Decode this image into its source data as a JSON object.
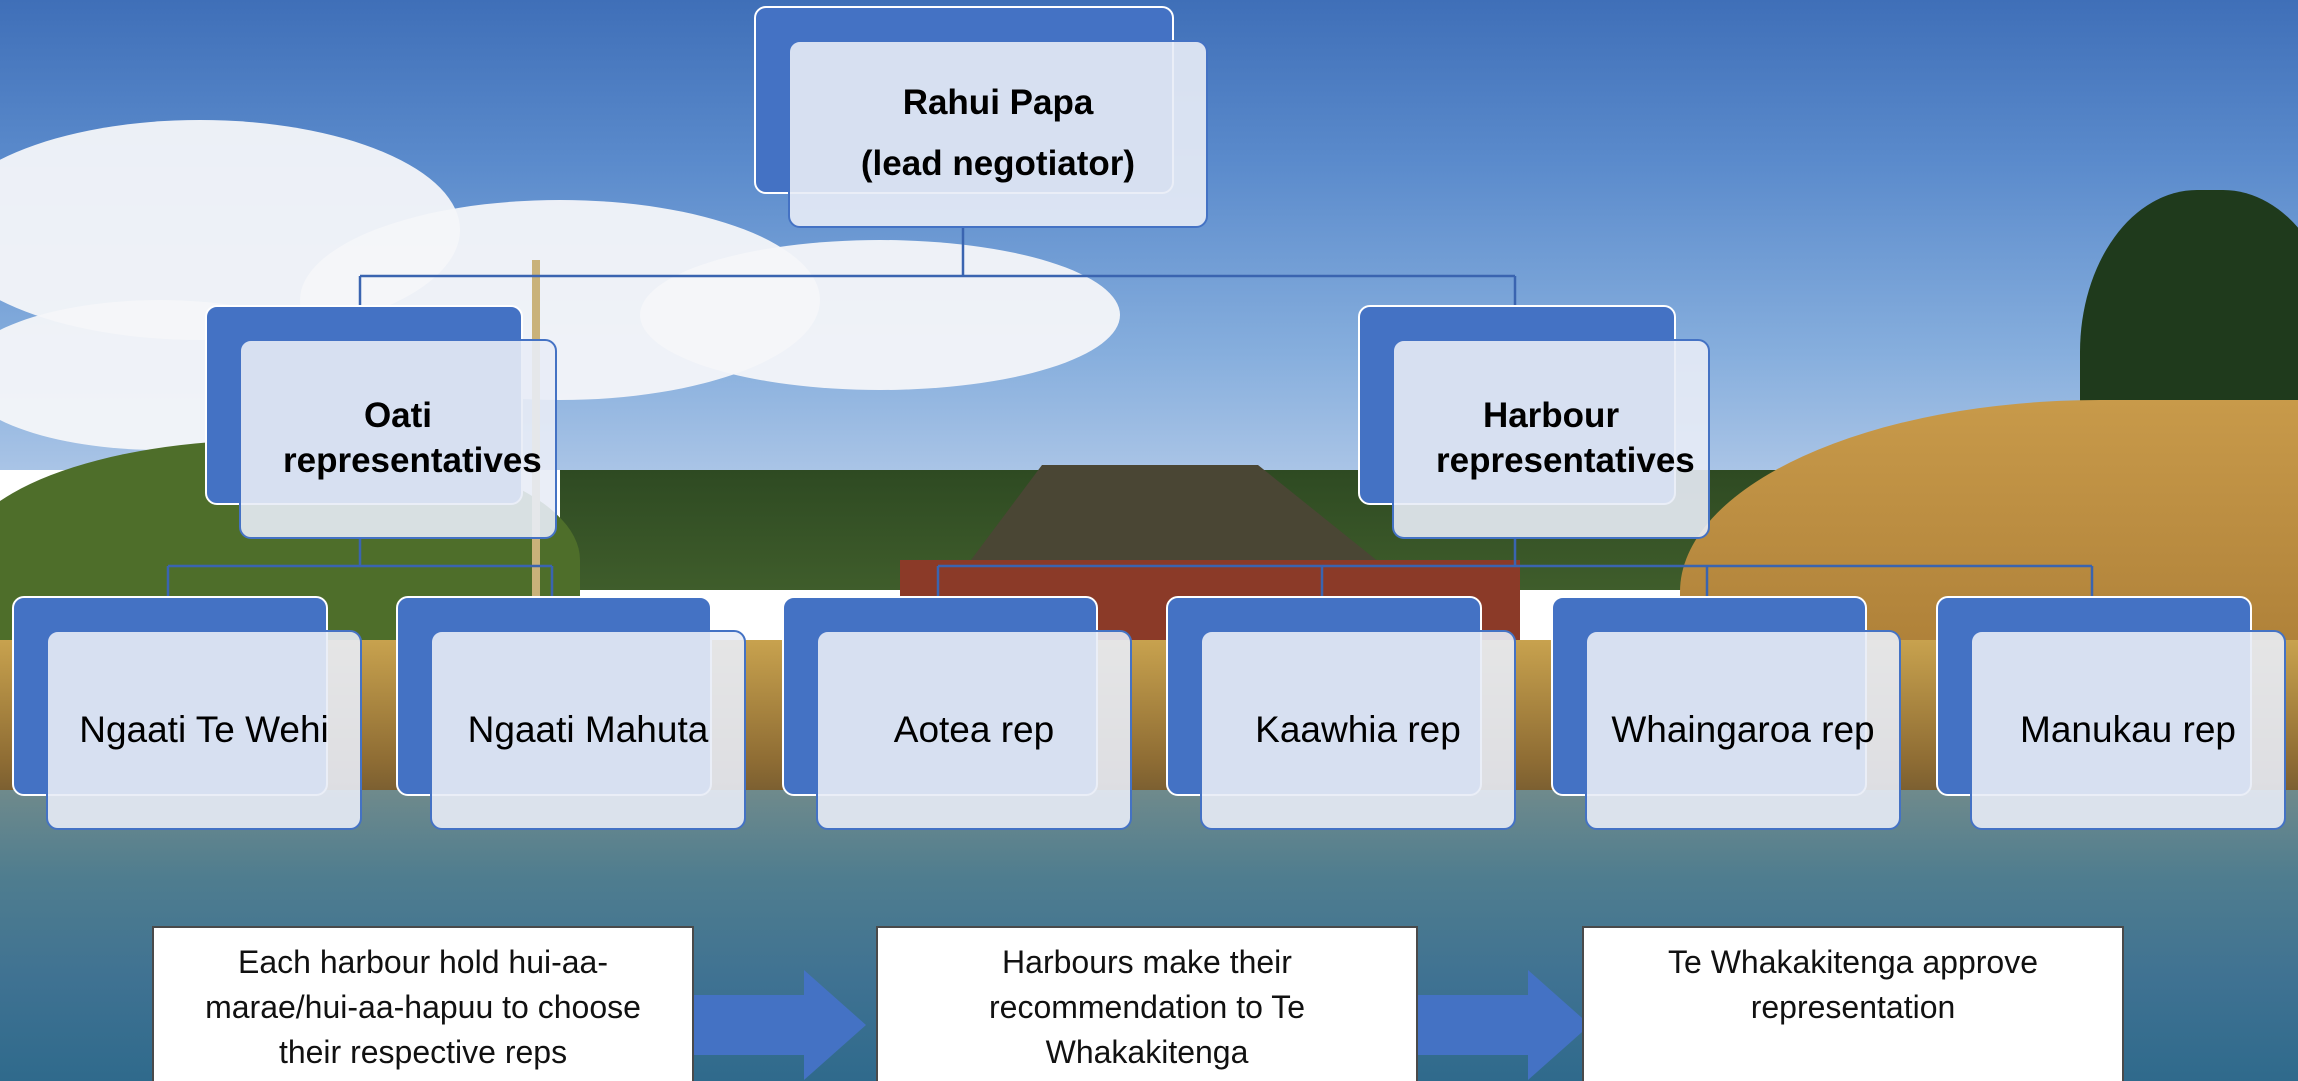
{
  "org_chart": {
    "root": {
      "name": "Rahui Papa",
      "role": "(lead negotiator)"
    },
    "groups": [
      {
        "label": "Oati representatives",
        "members": [
          "Ngaati Te Wehi",
          "Ngaati Mahuta"
        ]
      },
      {
        "label": "Harbour representatives",
        "members": [
          "Aotea rep",
          "Kaawhia rep",
          "Whaingaroa rep",
          "Manukau rep"
        ]
      }
    ]
  },
  "process": {
    "steps": [
      "Each harbour hold hui-aa-marae/hui-aa-hapuu to choose their respective reps",
      "Harbours make their recommendation to Te Whakakitenga",
      "Te Whakakitenga approve representation"
    ]
  },
  "colors": {
    "node_fill": "#4472c4",
    "node_front": "#e8ecf6",
    "connector": "#3a64b0",
    "arrow": "#4472c4"
  }
}
